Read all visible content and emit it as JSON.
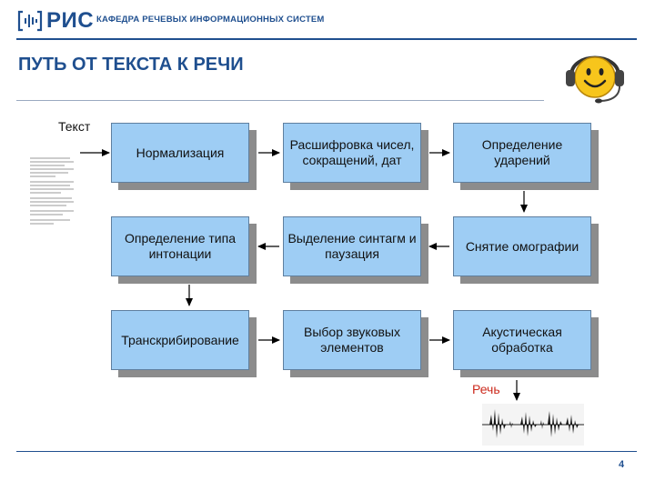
{
  "header": {
    "logo_text": "РИС",
    "department": "КАФЕДРА РЕЧЕВЫХ ИНФОРМАЦИОННЫХ СИСТЕМ"
  },
  "slide": {
    "title": "ПУТЬ ОТ ТЕКСТА К РЕЧИ",
    "page_number": "4"
  },
  "flow": {
    "input_label": "Текст",
    "output_label": "Речь",
    "steps": [
      "Нормализация",
      "Расшифровка чисел, сокращений, дат",
      "Определение ударений",
      "Снятие омографии",
      "Выделение синтагм и паузация",
      "Определение типа интонации",
      "Транскрибирование",
      "Выбор звуковых элементов",
      "Акустическая обработка"
    ]
  },
  "colors": {
    "accent": "#1f4f8f",
    "box_fill": "#9ecdf4",
    "box_shadow": "#8c8c8c",
    "speech_label": "#cc2b1e"
  },
  "icons": [
    "logo-waveform-icon",
    "headset-smiley-icon",
    "document-thumbnail-icon",
    "speech-waveform-icon"
  ]
}
